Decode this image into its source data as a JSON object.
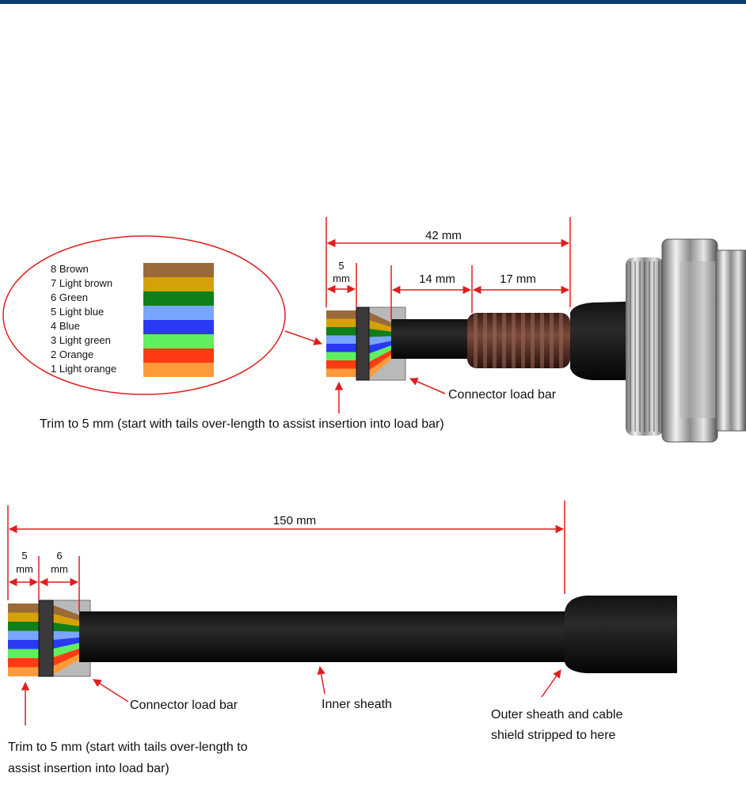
{
  "colors": {
    "header_bar": "#0b3d6e",
    "annotation": "#e01e1e",
    "wire_colors": [
      "#9b6a3a",
      "#d6a106",
      "#0f7f1a",
      "#78a6ff",
      "#2a3af2",
      "#5ef05e",
      "#ff3b13",
      "#ff9a3a"
    ]
  },
  "legend": {
    "items": [
      "8 Brown",
      "7 Light brown",
      "6 Green",
      "5 Light blue",
      "4 Blue",
      "3 Light green",
      "2 Orange",
      "1 Light orange"
    ]
  },
  "top_diagram": {
    "dim_total": "42 mm",
    "dim_trim_line1": "5",
    "dim_trim_line2": "mm",
    "dim_inner": "14 mm",
    "dim_shield": "17 mm",
    "label_load_bar": "Connector load bar",
    "label_trim": "Trim to 5 mm (start with tails over-length to assist insertion into load bar)"
  },
  "bottom_diagram": {
    "dim_total": "150 mm",
    "dim_trim_line1": "5",
    "dim_trim_line2": "mm",
    "dim_bar_line1": "6",
    "dim_bar_line2": "mm",
    "label_load_bar": "Connector load bar",
    "label_inner_sheath": "Inner sheath",
    "label_outer_line1": "Outer sheath and cable",
    "label_outer_line2": "shield stripped to here",
    "label_trim_line1": "Trim to 5 mm (start with tails over-length to",
    "label_trim_line2": "assist insertion into load bar)"
  }
}
